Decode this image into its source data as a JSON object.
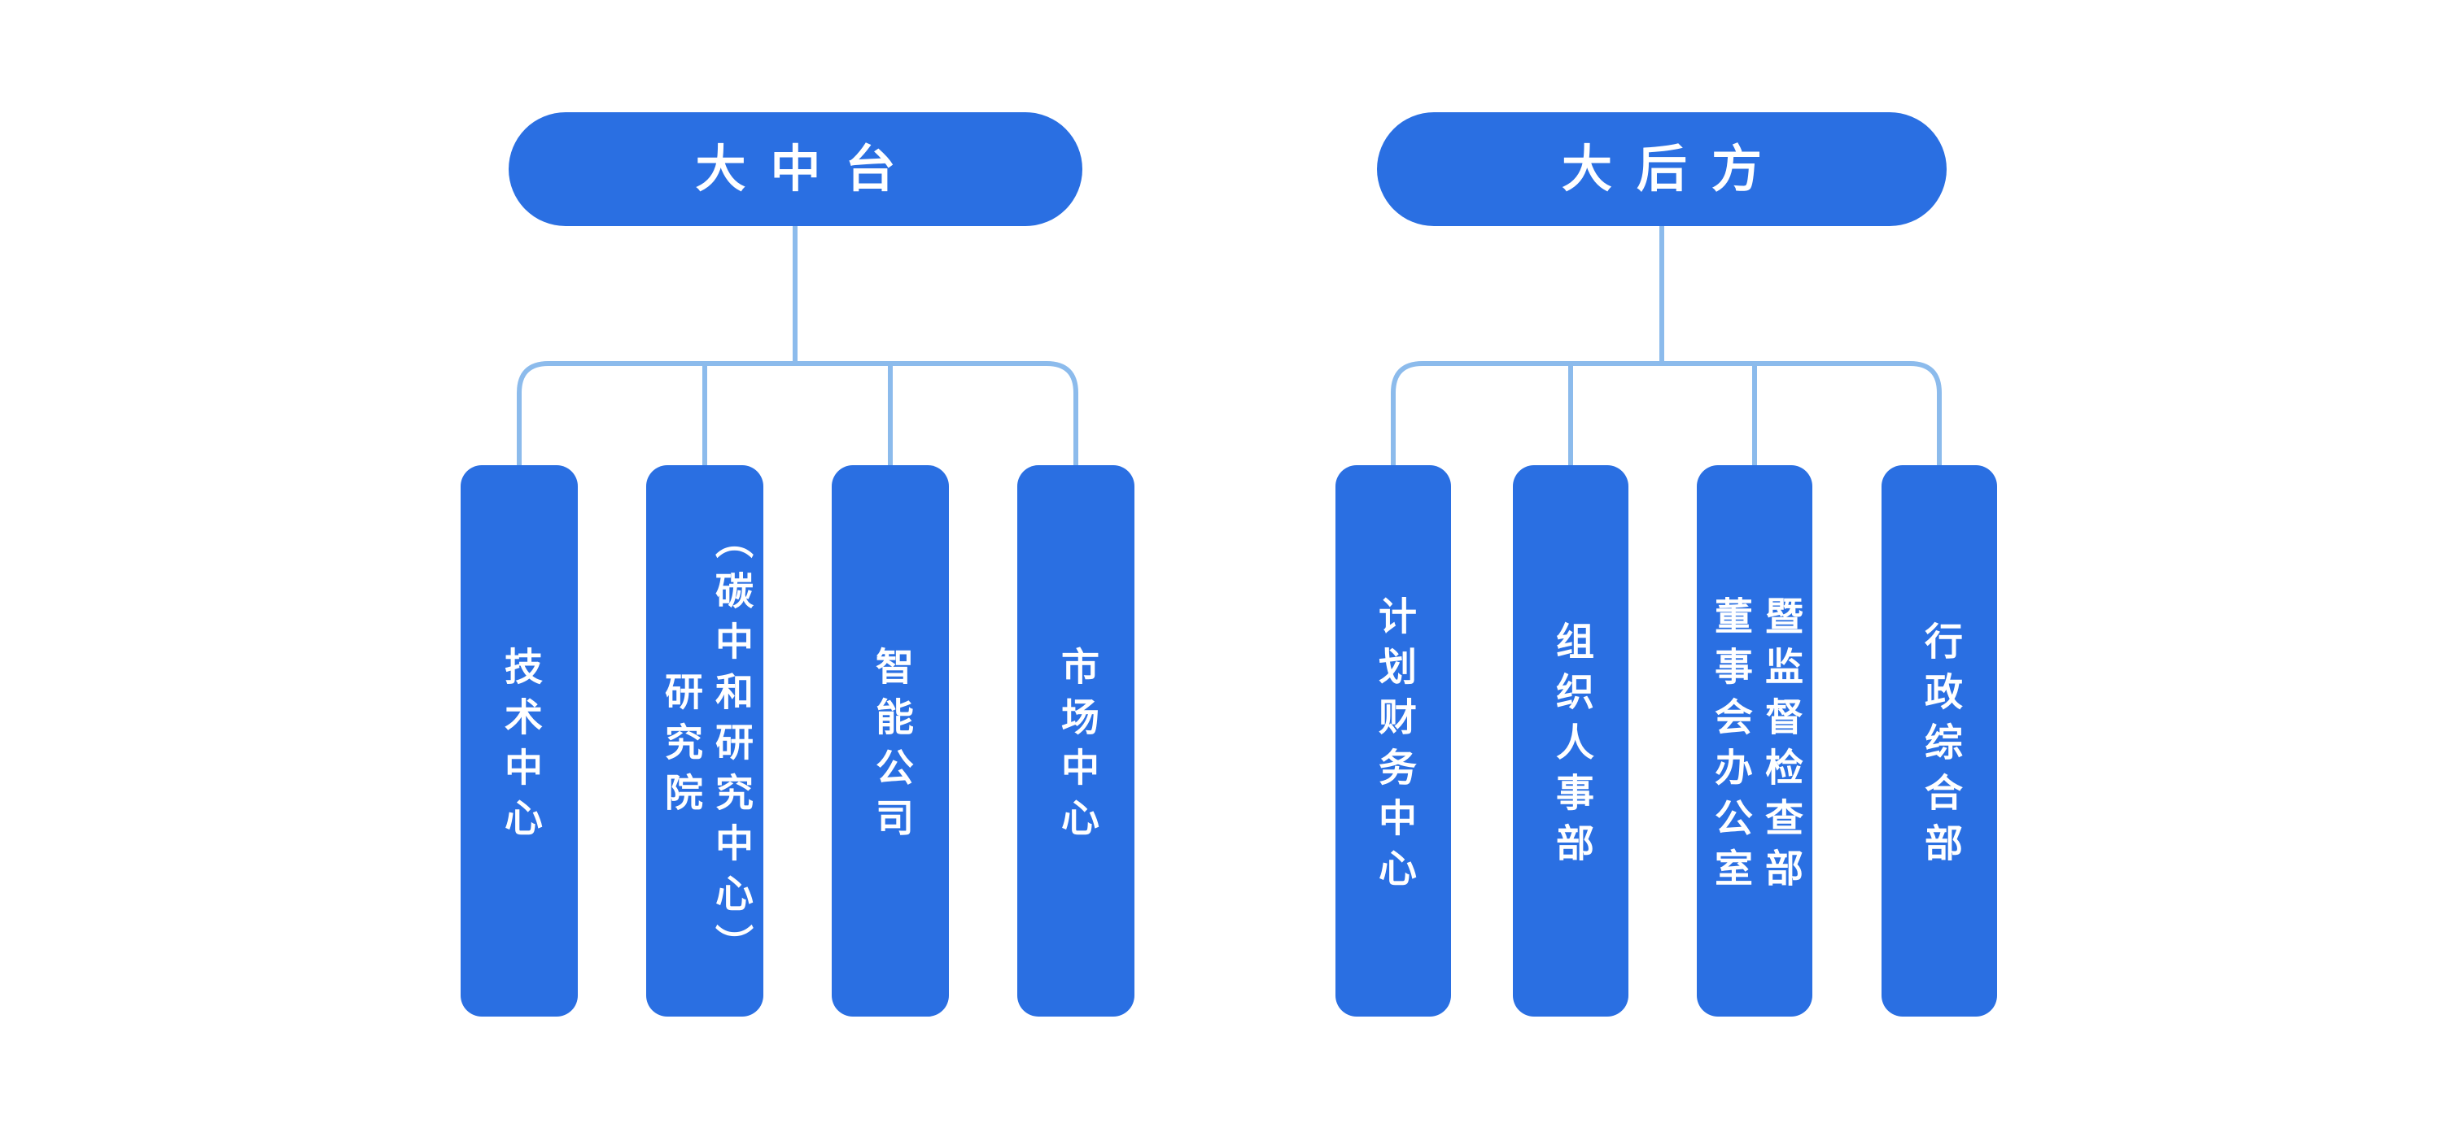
{
  "diagram": {
    "type": "org-chart",
    "background": "#ffffff",
    "colors": {
      "node_fill": "#2A6FE2",
      "node_text": "#ffffff",
      "connector": "#8CBBEC"
    },
    "groups": [
      {
        "parent": {
          "label": "大中台"
        },
        "children": [
          {
            "label": "技术中心"
          },
          {
            "label": "研究院\n（碳中和研究中心）"
          },
          {
            "label": "智能公司"
          },
          {
            "label": "市场中心"
          }
        ]
      },
      {
        "parent": {
          "label": "大后方"
        },
        "children": [
          {
            "label": "计划财务中心"
          },
          {
            "label": "组织人事部"
          },
          {
            "label": "董事会办公室\n暨监督检查部"
          },
          {
            "label": "行政综合部"
          }
        ]
      }
    ]
  }
}
